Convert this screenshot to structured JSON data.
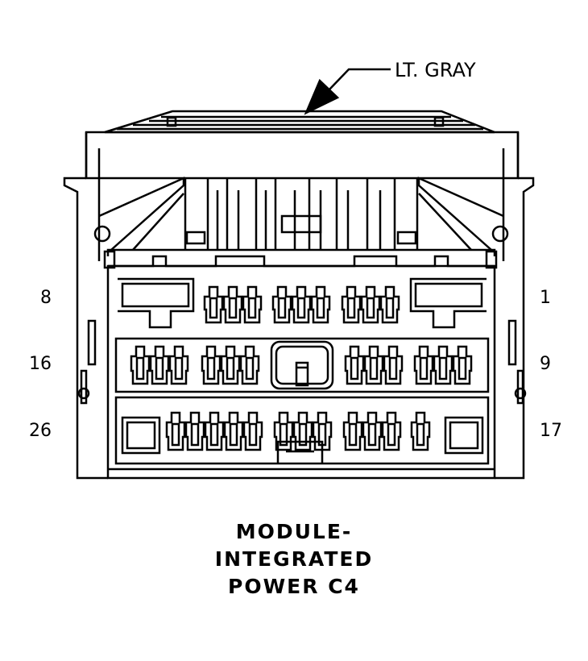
{
  "callout": {
    "label": "LT. GRAY"
  },
  "pin_labels": {
    "row1_left": "8",
    "row1_right": "1",
    "row2_left": "16",
    "row2_right": "9",
    "row3_left": "26",
    "row3_right": "17"
  },
  "title": {
    "line1": "MODULE-",
    "line2": "INTEGRATED",
    "line3": "POWER C4"
  },
  "connector": {
    "rows": [
      8,
      8,
      10
    ]
  }
}
